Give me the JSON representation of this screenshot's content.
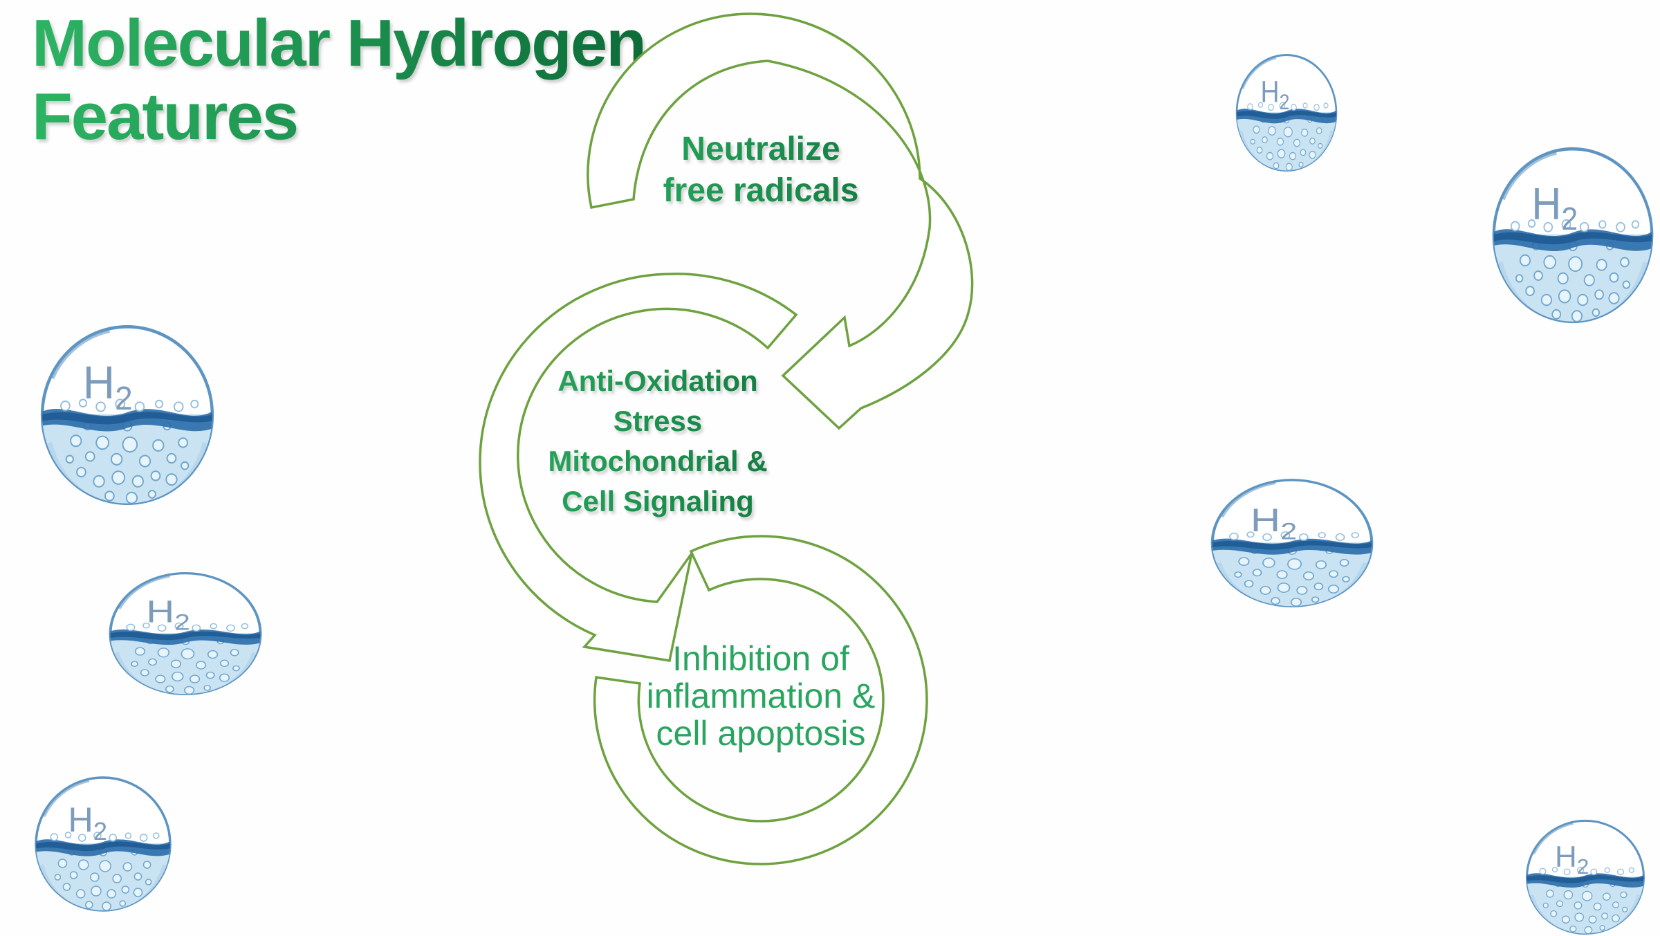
{
  "title": {
    "line1": "Molecular Hydrogen",
    "line2": "Features"
  },
  "cycle": {
    "steps": [
      {
        "name": "neutralize-free-radicals",
        "lines": [
          "Neutralize",
          "free radicals"
        ]
      },
      {
        "name": "anti-oxidation-stress",
        "lines": [
          "Anti-Oxidation",
          "Stress",
          "Mitochondrial &",
          "Cell Signaling"
        ]
      },
      {
        "name": "inhibition",
        "lines": [
          "Inhibition of",
          "inflammation &",
          "cell apoptosis"
        ]
      }
    ]
  },
  "bubble": {
    "symbol": "H",
    "subscript": "2",
    "count": 7
  },
  "colors": {
    "title_green_bright": "#2cb463",
    "title_green_dark": "#0d6c39",
    "label_green_bright": "#2cb463",
    "label_green_dark": "#0d6c39",
    "inhibition_text_green": "#2aa55f",
    "arrow_outline_green": "#6da23f",
    "h2_text_blue": "#7d9cbc",
    "water_dark_blue": "#2e6fad",
    "water_light_blue": "#c9e3f2",
    "bubble_rim_blue": "#5d94c1"
  }
}
